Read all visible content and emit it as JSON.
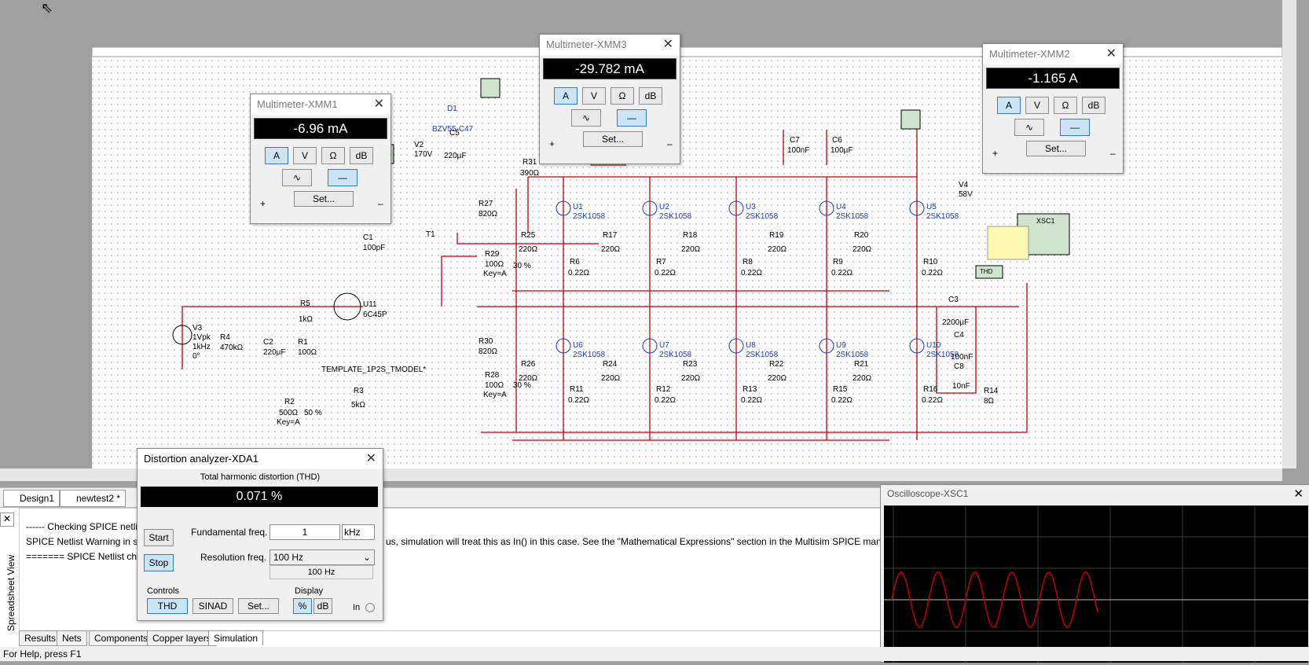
{
  "xmm1": {
    "title": "Multimeter-XMM1",
    "reading": "-6.96 mA",
    "buttons": [
      "A",
      "V",
      "Ω",
      "dB"
    ],
    "set": "Set...",
    "plus": "+",
    "minus": "–"
  },
  "xmm3": {
    "title": "Multimeter-XMM3",
    "reading": "-29.782 mA",
    "buttons": [
      "A",
      "V",
      "Ω",
      "dB"
    ],
    "set": "Set...",
    "plus": "+",
    "minus": "–"
  },
  "xmm2": {
    "title": "Multimeter-XMM2",
    "reading": "-1.165 A",
    "buttons": [
      "A",
      "V",
      "Ω",
      "dB"
    ],
    "set": "Set...",
    "plus": "+",
    "minus": "–"
  },
  "tabs": [
    "Design1",
    "newtest2 *"
  ],
  "log": {
    "line1": "------ Checking SPICE netli",
    "line2": "SPICE Netlist Warning in sc",
    "line2b": "us, simulation will treat this as In() in this case. See the \"Mathematical Expressions\" section in the Multisim SPICE manual",
    "line3": "======= SPICE Netlist ch"
  },
  "spreadsheet_label": "Spreadsheet View",
  "bottom_tabs": [
    "Results",
    "Nets",
    "Components",
    "Copper layers",
    "Simulation"
  ],
  "status": "For Help, press F1",
  "xda": {
    "title": "Distortion analyzer-XDA1",
    "heading": "Total harmonic distortion (THD)",
    "reading": "0.071 %",
    "start": "Start",
    "stop": "Stop",
    "fund_label": "Fundamental freq.",
    "fund_value": "1",
    "fund_unit": "kHz",
    "res_label": "Resolution freq.",
    "res_value": "100 Hz",
    "res_readout": "100 Hz",
    "controls": "Controls",
    "display": "Display",
    "thd": "THD",
    "sinad": "SINAD",
    "set": "Set...",
    "pct": "%",
    "db": "dB",
    "in": "In"
  },
  "scope": {
    "title": "Oscilloscope-XSC1",
    "trace_color": "#c00000"
  },
  "schematic": {
    "labels": {
      "d1": "D1",
      "bzv": "BZV55-C47",
      "v2": "V2",
      "v2v": "170V",
      "c5": "C5",
      "c5v": "220µF",
      "r31": "R31",
      "r31v": "390Ω",
      "c7": "C7",
      "c7v": "100nF",
      "c6": "C6",
      "c6v": "100µF",
      "v4": "V4",
      "v4v": "58V",
      "xsc1": "XSC1",
      "r27": "R27",
      "r27v": "820Ω",
      "c1": "C1",
      "c1v": "100pF",
      "t1": "T1",
      "r25": "R25",
      "r25v": "220Ω",
      "r29": "R29",
      "r29v": "100Ω",
      "r29k": "Key=A",
      "p30": "30 %",
      "r17": "R17",
      "r17v": "220Ω",
      "r18": "R18",
      "r18v": "220Ω",
      "r19": "R19",
      "r19v": "220Ω",
      "r20": "R20",
      "r20v": "220Ω",
      "r6": "R6",
      "r6v": "0.22Ω",
      "r7": "R7",
      "r7v": "0.22Ω",
      "r8": "R8",
      "r8v": "0.22Ω",
      "r9": "R9",
      "r9v": "0.22Ω",
      "r10": "R10",
      "r10v": "0.22Ω",
      "u1": "U1",
      "u2": "U2",
      "u3": "U3",
      "u4": "U4",
      "u5": "U5",
      "u6": "U6",
      "u7": "U7",
      "u8": "U8",
      "u9": "U9",
      "u10": "U10",
      "fet": "2SK1058",
      "r5": "R5",
      "r5v": "1kΩ",
      "u11": "U11",
      "u11v": "6C45P",
      "v3": "V3",
      "v3a": "1Vpk",
      "v3b": "1kHz",
      "v3c": "0°",
      "r4": "R4",
      "r4v": "470kΩ",
      "c2": "C2",
      "c2v": "220µF",
      "r1": "R1",
      "r1v": "100Ω",
      "tmodel": "TEMPLATE_1P2S_TMODEL*",
      "r30": "R30",
      "r30v": "820Ω",
      "r28": "R28",
      "r28v": "100Ω",
      "r28k": "Key=A",
      "p30b": "30 %",
      "r26": "R26",
      "r26v": "220Ω",
      "r24": "R24",
      "r24v": "220Ω",
      "r23": "R23",
      "r23v": "220Ω",
      "r22": "R22",
      "r22v": "220Ω",
      "r21": "R21",
      "r21v": "220Ω",
      "r11": "R11",
      "r11v": "0.22Ω",
      "r12": "R12",
      "r12v": "0.22Ω",
      "r13": "R13",
      "r13v": "0.22Ω",
      "r15": "R15",
      "r15v": "0.22Ω",
      "r16": "R16",
      "r16v": "0.22Ω",
      "c3": "C3",
      "c3v": "2200µF",
      "c4": "C4",
      "c4v": "100nF",
      "c8": "C8",
      "c8v": "10nF",
      "r14": "R14",
      "r14v": "8Ω",
      "r2": "R2",
      "r2v": "500Ω",
      "r2p": "50 %",
      "r2k": "Key=A",
      "r3": "R3",
      "r3v": "5kΩ",
      "thd": "THD"
    }
  }
}
